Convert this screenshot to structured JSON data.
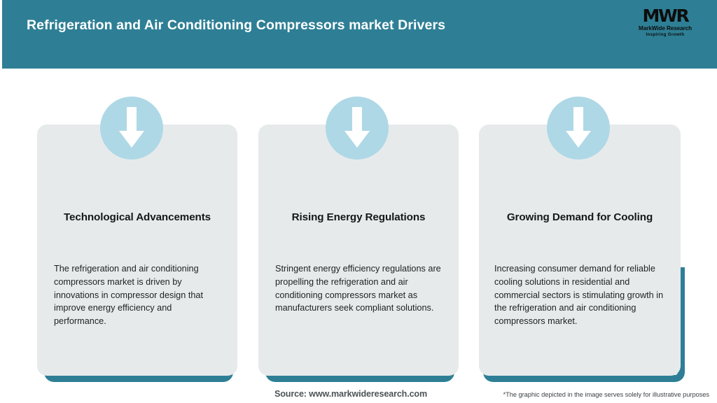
{
  "header": {
    "title": "Refrigeration and Air Conditioning Compressors market Drivers",
    "background_color": "#2e7f95",
    "title_color": "#ffffff"
  },
  "logo": {
    "mark": "MWR",
    "name": "MarkWide Research",
    "tagline": "Inspiring Growth"
  },
  "theme": {
    "accent_color": "#2e7f95",
    "badge_color": "#aed8e6",
    "card_color": "#e7eaeb",
    "arrow_color": "#ffffff"
  },
  "cards": [
    {
      "icon": "arrow-down-icon",
      "heading": "Technological Advancements",
      "body": "The refrigeration and air conditioning compressors market is driven by innovations in compressor design that improve energy efficiency and performance."
    },
    {
      "icon": "arrow-down-icon",
      "heading": "Rising Energy Regulations",
      "body": "Stringent energy efficiency regulations are propelling the refrigeration and air conditioning compressors market as manufacturers seek compliant solutions."
    },
    {
      "icon": "arrow-down-icon",
      "heading": "Growing Demand for Cooling",
      "body": "Increasing consumer demand for reliable cooling solutions in residential and commercial sectors is stimulating growth in the refrigeration and air conditioning compressors market."
    }
  ],
  "footer": {
    "source": "Source: www.markwideresearch.com",
    "note": "*The graphic depicted in the image serves solely for illustrative purposes"
  }
}
